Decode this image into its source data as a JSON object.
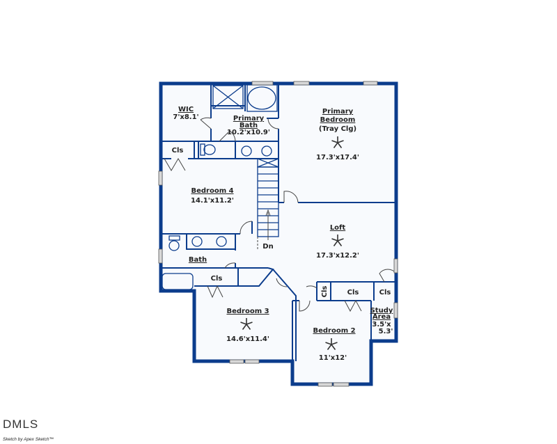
{
  "rooms": {
    "wic": {
      "name": "WIC",
      "size": "7'x8.1'"
    },
    "primary_bath": {
      "name1": "Primary",
      "name2": "Bath",
      "size": "10.2'x10.9'"
    },
    "primary_bedroom": {
      "name1": "Primary",
      "name2": "Bedroom",
      "note": "(Tray Clg)",
      "size": "17.3'x17.4'"
    },
    "cls_top": {
      "name": "Cls"
    },
    "bedroom4": {
      "name": "Bedroom 4",
      "size": "14.1'x11.2'"
    },
    "loft": {
      "name": "Loft",
      "size": "17.3'x12.2'"
    },
    "stairs": {
      "label": "Dn"
    },
    "bath": {
      "name": "Bath"
    },
    "cls_bed3": {
      "name": "Cls"
    },
    "bedroom3": {
      "name": "Bedroom 3",
      "size": "14.6'x11.4'"
    },
    "cls_small": {
      "name": "Cls"
    },
    "cls_bed2": {
      "name": "Cls"
    },
    "cls_study": {
      "name": "Cls"
    },
    "study": {
      "name1": "Study",
      "name2": "Area",
      "size1": "3.5'x",
      "size2": "5.3'"
    },
    "bedroom2": {
      "name": "Bedroom 2",
      "size": "11'x12'"
    }
  },
  "footer": {
    "logo": "DMLS",
    "credit": "Sketch by Apex Sketch™"
  },
  "colors": {
    "wall": "#0b3c8c",
    "floor": "#f8fafd"
  }
}
